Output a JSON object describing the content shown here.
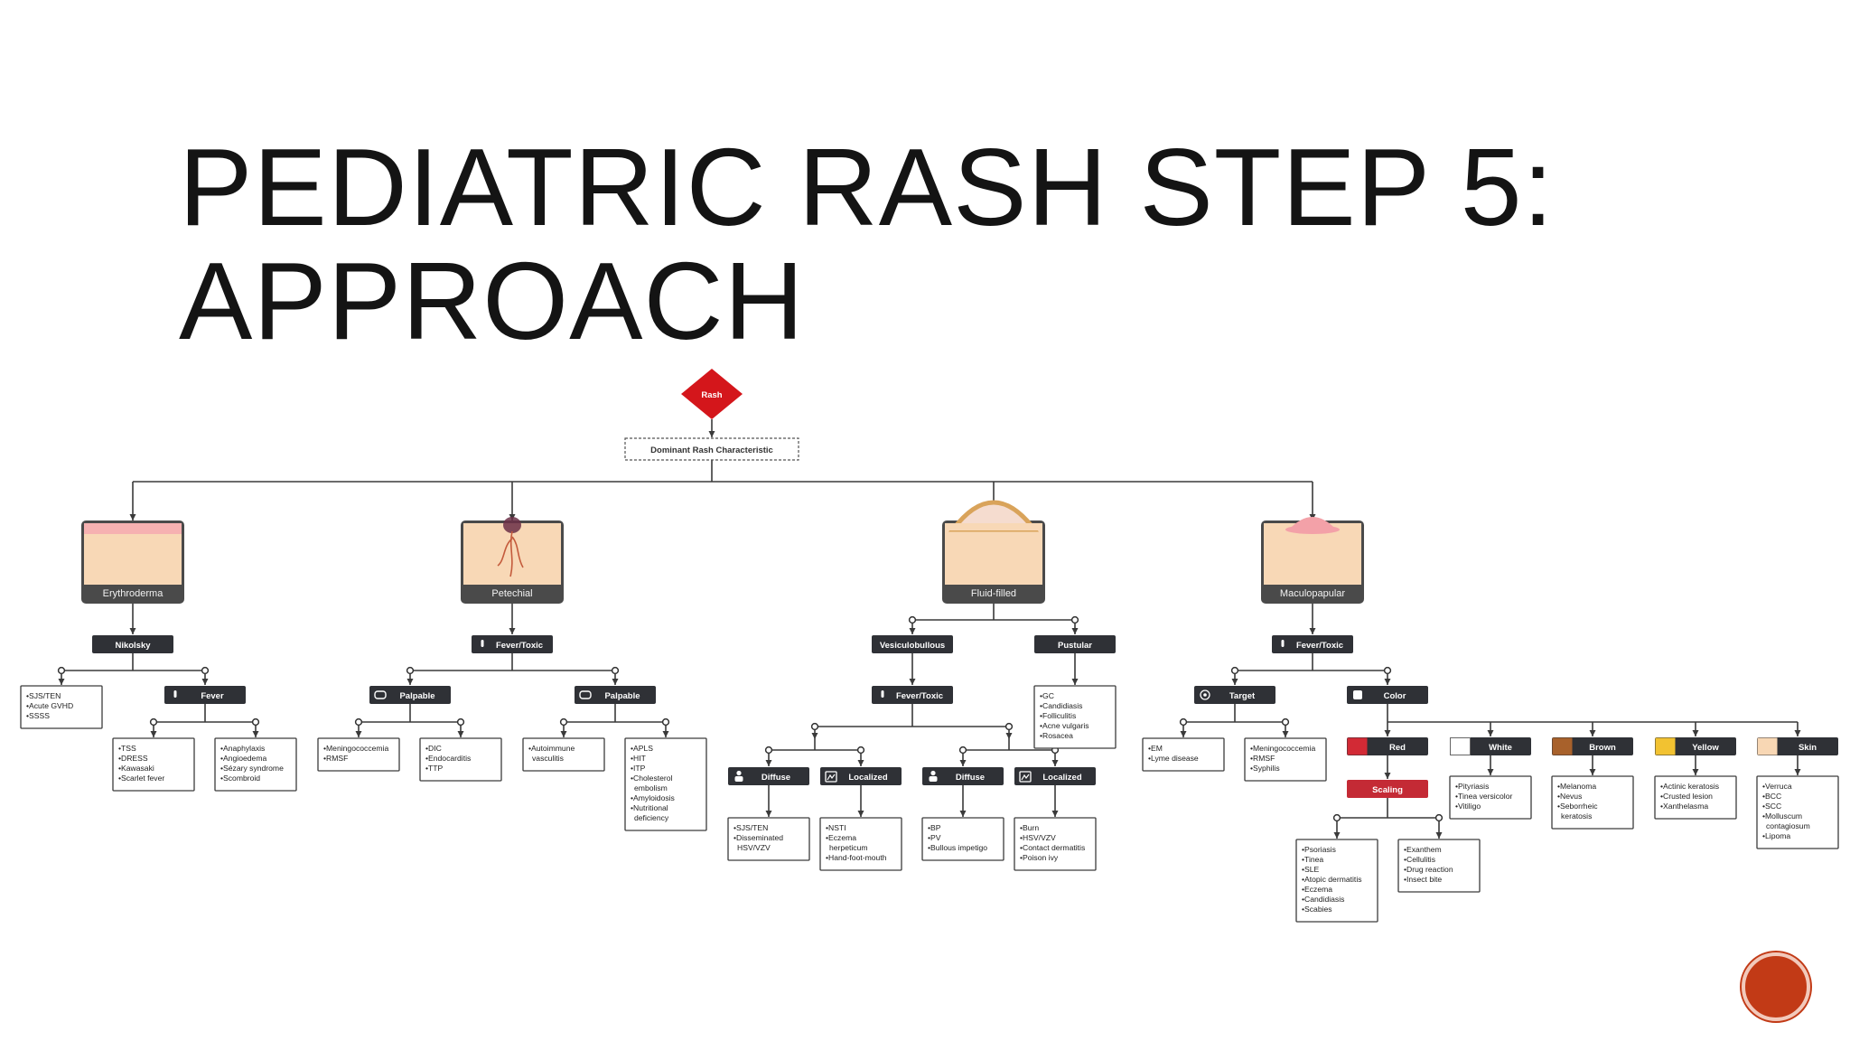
{
  "slide": {
    "title_line1": "PEDIATRIC RASH STEP 5:",
    "title_line2": "APPROACH"
  },
  "flowchart": {
    "root": "Rash",
    "characteristic": "Dominant Rash Characteristic",
    "branches": {
      "erythroderma": {
        "label": "Erythroderma",
        "nikolsky": "Nikolsky",
        "left_list": [
          "SJS/TEN",
          "Acute GVHD",
          "SSSS"
        ],
        "fever": "Fever",
        "fever_left": [
          "TSS",
          "DRESS",
          "Kawasaki",
          "Scarlet fever"
        ],
        "fever_right": [
          "Anaphylaxis",
          "Angioedema",
          "Sézary syndrome",
          "Scombroid"
        ]
      },
      "petechial": {
        "label": "Petechial",
        "fever_toxic": "Fever/Toxic",
        "palpable_left": "Palpable",
        "palpable_right": "Palpable",
        "list_a": [
          "Meningococcemia",
          "RMSF"
        ],
        "list_b": [
          "DIC",
          "Endocarditis",
          "TTP"
        ],
        "list_c": [
          "Autoimmune vasculitis"
        ],
        "list_d": [
          "APLS",
          "HIT",
          "ITP",
          "Cholesterol embolism",
          "Amyloidosis",
          "Nutritional deficiency"
        ]
      },
      "fluid_filled": {
        "label": "Fluid-filled",
        "vesiculobullous": "Vesiculobullous",
        "pustular": "Pustular",
        "fever_toxic": "Fever/Toxic",
        "pustular_list": [
          "GC",
          "Candidiasis",
          "Folliculitis",
          "Acne vulgaris",
          "Rosacea"
        ],
        "diffuse_1": "Diffuse",
        "localized_1": "Localized",
        "diffuse_2": "Diffuse",
        "localized_2": "Localized",
        "list_a": [
          "SJS/TEN",
          "Disseminated HSV/VZV"
        ],
        "list_b": [
          "NSTI",
          "Eczema herpeticum",
          "Hand-foot-mouth"
        ],
        "list_c": [
          "BP",
          "PV",
          "Bullous impetigo"
        ],
        "list_d": [
          "Burn",
          "HSV/VZV",
          "Contact dermatitis",
          "Poison ivy"
        ]
      },
      "maculopapular": {
        "label": "Maculopapular",
        "fever_toxic": "Fever/Toxic",
        "target": "Target",
        "color": "Color",
        "target_left": [
          "EM",
          "Lyme disease"
        ],
        "target_right": [
          "Meningococcemia",
          "RMSF",
          "Syphilis"
        ],
        "red": "Red",
        "scaling": "Scaling",
        "scaling_left": [
          "Psoriasis",
          "Tinea",
          "SLE",
          "Atopic dermatitis",
          "Eczema",
          "Candidiasis",
          "Scabies"
        ],
        "scaling_right": [
          "Exanthem",
          "Cellulitis",
          "Drug reaction",
          "Insect bite"
        ],
        "white": "White",
        "white_list": [
          "Pityriasis",
          "Tinea versicolor",
          "Vitiligo"
        ],
        "brown": "Brown",
        "brown_list": [
          "Melanoma",
          "Nevus",
          "Seborrheic keratosis"
        ],
        "yellow": "Yellow",
        "yellow_list": [
          "Actinic keratosis",
          "Crusted lesion",
          "Xanthelasma"
        ],
        "skin": "Skin",
        "skin_list": [
          "Verruca",
          "BCC",
          "SCC",
          "Molluscum contagiosum",
          "Lipoma"
        ]
      }
    }
  },
  "colors": {
    "diamond": "#d4161b",
    "dark_node": "#2f3136",
    "red_swatch": "#d22a35",
    "brown_swatch": "#a8612b",
    "yellow_swatch": "#f2c231",
    "skin_swatch": "#f8d7b4",
    "scaling": "#c42a35",
    "skin_tile": "#f8d8b6"
  },
  "icons": {
    "nav_button": "circle-nav-button"
  }
}
